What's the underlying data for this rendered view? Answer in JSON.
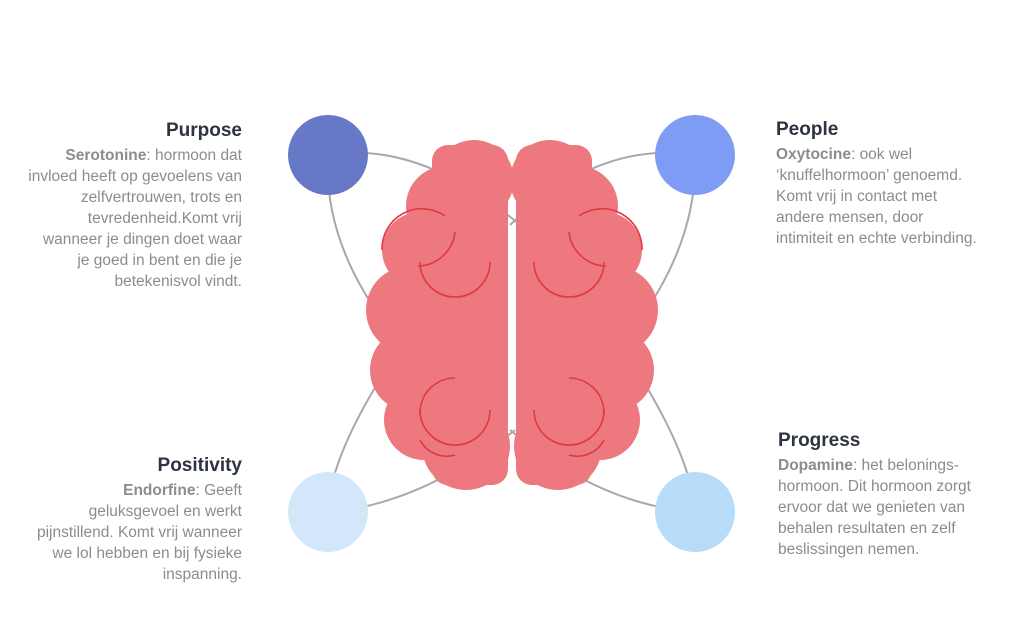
{
  "purpose": {
    "title": "Purpose",
    "term": "Serotonine",
    "text": ": hormoon dat invloed heeft op gevoelens van zelfvertrouwen, trots en tevredenheid.Komt vrij wanneer je dingen doet waar je goed in bent en die je betekenisvol vindt."
  },
  "people": {
    "title": "People",
    "term": "Oxytocine",
    "text": ": ook wel ‘knuffelhormoon’ genoemd. Komt vrij in contact met andere mensen, door intimiteit en echte verbinding."
  },
  "positivity": {
    "title": "Positivity",
    "term": "Endorfine",
    "text": ": Geeft geluksgevoel en werkt pijnstillend. Komt vrij wanneer we lol hebben en bij fysieke inspanning."
  },
  "progress": {
    "title": "Progress",
    "term": "Dopamine",
    "text": ": het belonings-hormoon. Dit hormoon zorgt ervoor dat we genieten van behalen resultaten en zelf beslissingen nemen."
  },
  "colors": {
    "purpose": "#6779c6",
    "people": "#7f9cf5",
    "positivity": "#d2e8fa",
    "progress": "#b8dcf8",
    "brain": "#ed7880",
    "brain_line": "#e03a40",
    "connector": "#a8a8a8"
  }
}
